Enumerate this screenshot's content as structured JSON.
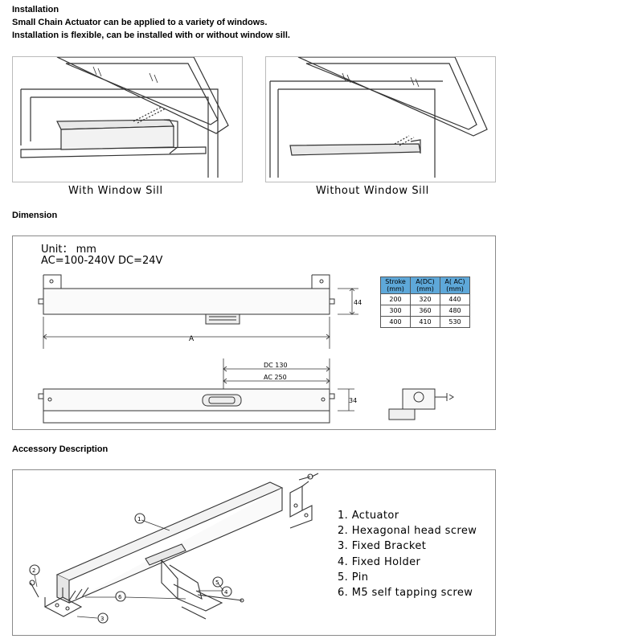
{
  "installation": {
    "heading": "Installation",
    "line1": "Small Chain Actuator can be applied to a variety of windows.",
    "line2": "Installation is flexible, can be installed with or without window sill.",
    "caption_with": "With Window Sill",
    "caption_without": "Without Window Sill"
  },
  "dimension": {
    "heading": "Dimension",
    "unit": "Unit： mm",
    "voltage": "AC=100-240V DC=24V",
    "height_top": "44",
    "height_bottom": "34",
    "length_label": "A",
    "dc_label": "DC 130",
    "ac_label": "AC 250",
    "table": {
      "headers": [
        [
          "Stroke",
          "(mm)"
        ],
        [
          "A(DC)",
          "(mm)"
        ],
        [
          "A( AC)",
          "(mm)"
        ]
      ],
      "rows": [
        [
          "200",
          "320",
          "440"
        ],
        [
          "300",
          "360",
          "480"
        ],
        [
          "400",
          "410",
          "530"
        ]
      ]
    }
  },
  "accessory": {
    "heading": "Accessory Description",
    "items": [
      "1. Actuator",
      "2. Hexagonal head screw",
      "3. Fixed Bracket",
      "4. Fixed Holder",
      "5. Pin",
      "6. M5 self tapping screw"
    ],
    "callouts": [
      "1",
      "2",
      "3",
      "4",
      "5",
      "6"
    ]
  },
  "colors": {
    "table_header": "#5ea8d9",
    "border": "#8a8a8a"
  }
}
